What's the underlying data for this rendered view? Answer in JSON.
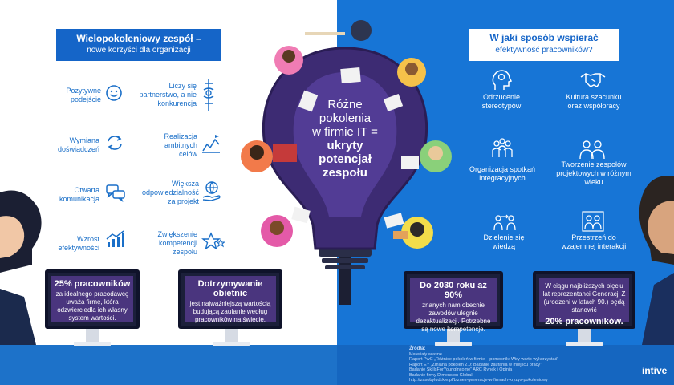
{
  "left_title": {
    "line1": "Wielopokoleniowy zespół –",
    "line2": "nowe korzyści dla organizacji"
  },
  "right_title": {
    "line1": "W jaki sposób wspierać",
    "line2": "efektywność pracowników?"
  },
  "left_benefits": [
    {
      "text": "Pozytywne podejście",
      "icon": "smiley-icon"
    },
    {
      "text": "Liczy się partnerstwo, a nie konkurencja",
      "icon": "puzzle-icon"
    },
    {
      "text": "Wymiana doświadczeń",
      "icon": "exchange-arrows-icon"
    },
    {
      "text": "Realizacja ambitnych celów",
      "icon": "target-icon"
    },
    {
      "text": "Otwarta komunikacja",
      "icon": "chat-bubbles-icon"
    },
    {
      "text": "Większa odpowiedzialność za projekt",
      "icon": "globe-hand-icon"
    },
    {
      "text": "Wzrost efektywności",
      "icon": "growth-chart-icon"
    },
    {
      "text": "Zwiększenie kompetencji zespołu",
      "icon": "stars-icon"
    }
  ],
  "right_items": [
    {
      "text": "Odrzucenie stereotypów",
      "icon": "head-brain-icon"
    },
    {
      "text": "Kultura szacunku oraz współpracy",
      "icon": "handshake-icon"
    },
    {
      "text": "Organizacja spotkań integracyjnych",
      "icon": "group-icon"
    },
    {
      "text": "Tworzenie zespołów projektowych w różnym wieku",
      "icon": "team-icon"
    },
    {
      "text": "Dzielenie się wiedzą",
      "icon": "sharing-icon"
    },
    {
      "text": "Przestrzeń do wzajemnej interakcji",
      "icon": "people-interaction-icon"
    }
  ],
  "center": {
    "line1": "Różne",
    "line2": "pokolenia",
    "line3": "w firmie IT =",
    "bold1": "ukryty",
    "bold2": "potencjał",
    "bold3": "zespołu"
  },
  "monitors": [
    {
      "head": "25% pracowników",
      "body": "za idealnego pracodawcę uważa firmę, która odzwierciedla ich własny system wartości."
    },
    {
      "head": "Dotrzymywanie obietnic",
      "body": "jest najważniejszą wartością budującą zaufanie według pracowników na świecie."
    },
    {
      "head": "Do 2030 roku aż 90%",
      "body": "znanych nam obecnie zawodów ulegnie dezaktualizacji. Potrzebne są nowe kompetencje."
    },
    {
      "head": "",
      "body": "W ciągu najbliższych pięciu lat reprezentanci Generacji Z (urodzeni w latach 90.) będą stanowić",
      "big": "20% pracowników."
    }
  ],
  "sources": {
    "title": "Źródła:",
    "lines": [
      "Materiały własne",
      "Raport PwC „Różnice pokoleń w firmie – pomocnik: Wiry warto wykorzystać”",
      "Raport EY „Zmiana pokoleń 2.0: Badanie zaufania w miejscu pracy”",
      "Badanie SkillsForYoungIncome” ARC Rynek i Opinia",
      "Badanie firmy Dimension Global",
      "http://zasobyludzkie.pl/biznes-generacje-w-firmach-kryzys-pokoleniowy"
    ]
  },
  "brand": "intive",
  "colors": {
    "primary_blue": "#1775d6",
    "bulb_purple": "#3d2b73",
    "screen_purple": "#4a357e"
  }
}
